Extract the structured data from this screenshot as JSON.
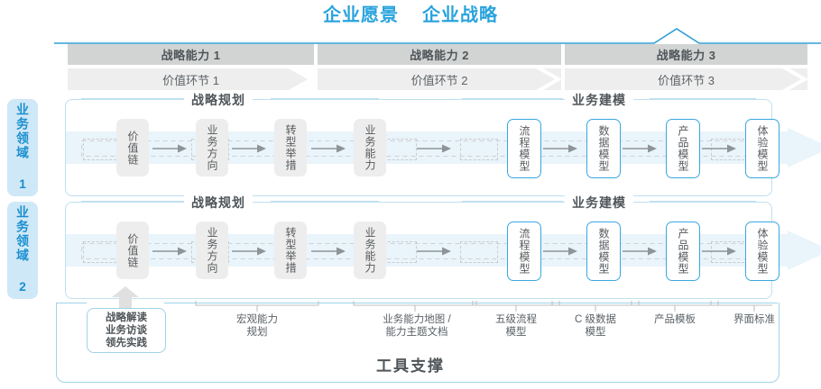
{
  "header": {
    "titles": [
      "企业愿景",
      "企业战略"
    ],
    "accent_color": "#29a3dd"
  },
  "capabilities": [
    {
      "label": "战略能力 1"
    },
    {
      "label": "战略能力 2"
    },
    {
      "label": "战略能力 3"
    }
  ],
  "value_segments": [
    {
      "label": "价值环节 1"
    },
    {
      "label": "价值环节 2"
    },
    {
      "label": "价值环节 3"
    }
  ],
  "domains": [
    {
      "label": "业务领域 1"
    },
    {
      "label": "业务领域 2"
    }
  ],
  "sections": {
    "left_title": "战略规划",
    "right_title": "业务建模"
  },
  "nodes": {
    "left": [
      "价值链",
      "业务方向",
      "转型举措",
      "业务能力"
    ],
    "right": [
      "流程模型",
      "数据模型",
      "产品模型",
      "体验模型"
    ]
  },
  "callout": {
    "lines": [
      "战略解读",
      "业务访谈",
      "领先实践"
    ]
  },
  "bottom_labels": [
    {
      "line1": "宏观能力",
      "line2": "规划"
    },
    {
      "line1": "业务能力地图 /",
      "line2": "能力主题文档"
    },
    {
      "line1": "五级流程",
      "line2": "模型"
    },
    {
      "line1": "C 级数据",
      "line2": "模型"
    },
    {
      "line1": "产品模板",
      "line2": ""
    },
    {
      "line1": "界面标准",
      "line2": ""
    }
  ],
  "footer": {
    "title": "工具支撑"
  },
  "colors": {
    "accent_blue": "#29a3dd",
    "band_blue": "#e9f4fb",
    "node_gray": "#ededed",
    "cap_bar_gray": "#d2d4d4",
    "val_bar_gray": "#eeeeee",
    "side_label_bg": "#cfe8f7",
    "border_blue": "#bfe0f0"
  }
}
